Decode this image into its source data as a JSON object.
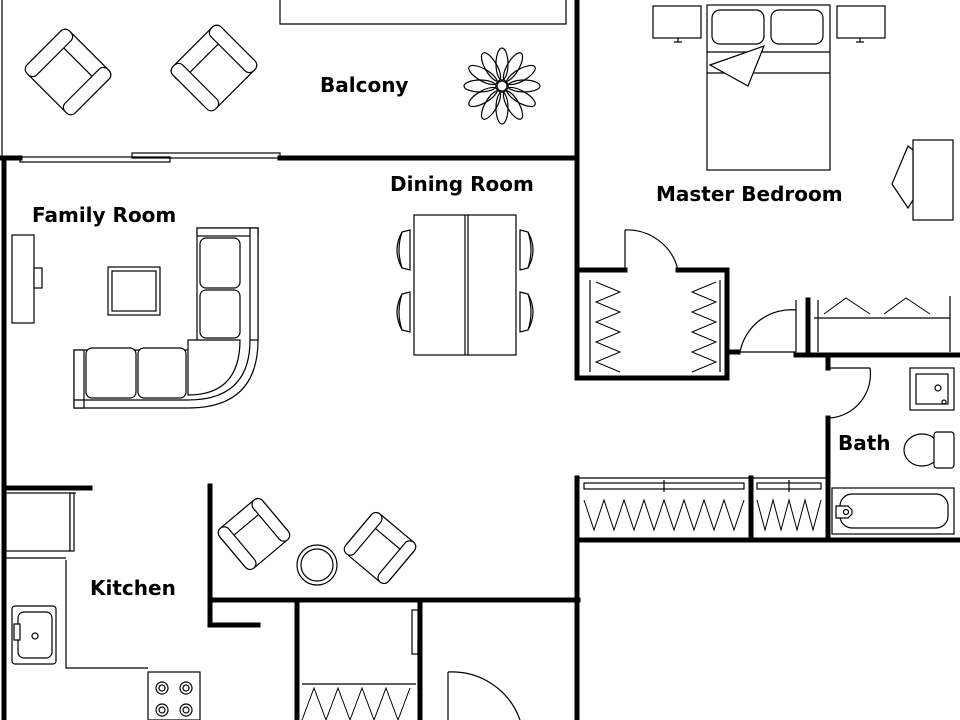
{
  "plan": {
    "rooms": {
      "balcony": "Balcony",
      "dining_room": "Dining Room",
      "family_room": "Family Room",
      "master_bedroom": "Master Bedroom",
      "bath": "Bath",
      "kitchen": "Kitchen"
    },
    "colors": {
      "wall": "#000000",
      "background": "#ffffff",
      "glass_door": "#9a9a9a"
    },
    "icons": [
      "armchair-icon",
      "plant-icon",
      "bed-icon",
      "nightstand-icon",
      "desk-icon",
      "chair-icon",
      "sofa-icon",
      "coffee-table-icon",
      "tv-stand-icon",
      "dining-table-icon",
      "closet-icon",
      "door-swing-icon",
      "sink-icon",
      "toilet-icon",
      "bathtub-icon",
      "refrigerator-icon",
      "stove-icon",
      "round-table-icon"
    ]
  }
}
